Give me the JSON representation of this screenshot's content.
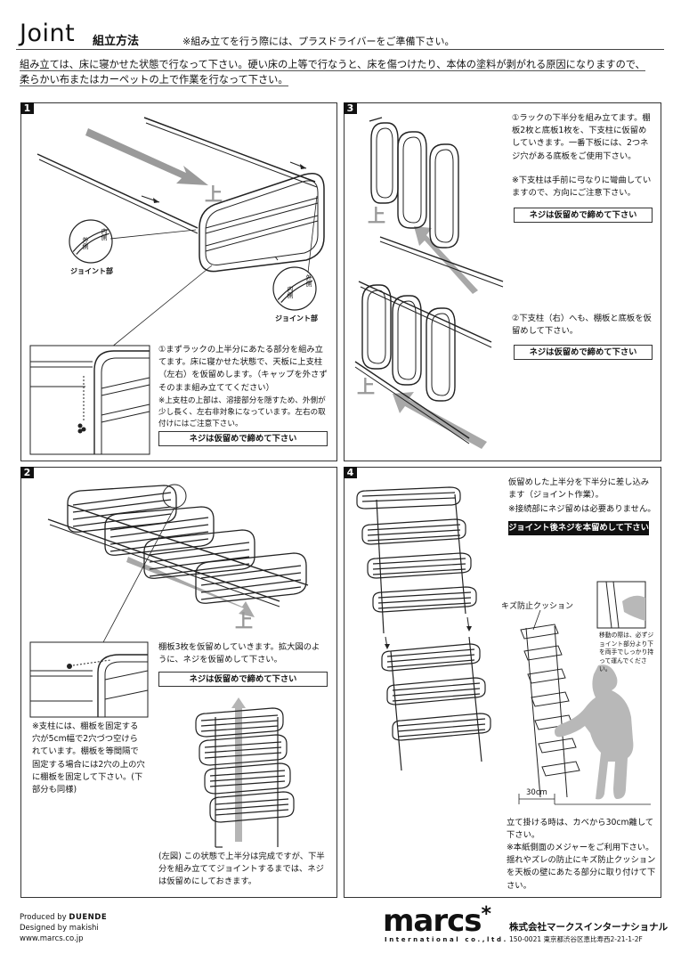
{
  "header": {
    "title": "Joint",
    "subtitle": "組立方法",
    "note": "※組み立てを行う際には、プラスドライバーをご準備下さい。"
  },
  "intro": {
    "line1": "組み立ては、床に寝かせた状態で行なって下さい。硬い床の上等で行なうと、床を傷つけたり、本体の塗料が剥がれる原因になりますので、",
    "line2": "柔らかい布またはカーペットの上で作業を行なって下さい。"
  },
  "step1": {
    "number": "1",
    "up_label": "上",
    "callout_label": "ジョイント部",
    "inner": "内側",
    "outer": "外側",
    "text": "①まずラックの上半分にあたる部分を組み立てます。床に寝かせた状態で、天板に上支柱（左右）を仮留めします。（キャップを外さずそのまま組み立ててください）",
    "note": "※上支柱の上部は、溶接部分を隠すため、外側が少し長く、左右非対象になっています。左右の取付けにはご注意下さい。",
    "button": "ネジは仮留めで締めて下さい"
  },
  "step2": {
    "number": "2",
    "up_label": "上",
    "text": "棚板3枚を仮留めしていきます。拡大図のように、ネジを仮留めして下さい。",
    "button": "ネジは仮留めで締めて下さい",
    "note": "※支柱には、棚板を固定する穴が5cm幅で2穴づつ空けられています。棚板を等間隔で固定する場合には2穴の上の穴に棚板を固定して下さい。(下部分も同様)",
    "caption": "(左図) この状態で上半分は完成ですが、下半分を組み立ててジョイントするまでは、ネジは仮留めにしておきます。"
  },
  "step3": {
    "number": "3",
    "up_label": "上",
    "text1": "①ラックの下半分を組み立てます。棚板2枚と底板1枚を、下支柱に仮留めしていきます。一番下板には、2つネジ穴がある底板をご使用下さい。",
    "note1": "※下支柱は手前に弓なりに彎曲していますので、方向にご注意下さい。",
    "button1": "ネジは仮留めで締めて下さい",
    "text2": "②下支柱（右）へも、棚板と底板を仮留めして下さい。",
    "button2": "ネジは仮留めで締めて下さい"
  },
  "step4": {
    "number": "4",
    "text": "仮留めした上半分を下半分に差し込みます（ジョイント作業）。",
    "note": "※接続部にネジ留めは必要ありません。",
    "button": "ジョイント後ネジを本留めして下さい",
    "cushion_label": "キズ防止クッション",
    "move_note": "移動の際は、必ずジョイント部分より下を両手でしっかり持って運んでください。",
    "distance": "30cm",
    "footer_text": "立て掛ける時は、カベから30cm離して下さい。",
    "footer_note": "※本紙側面のメジャーをご利用下さい。揺れやズレの防止にキズ防止クッションを天板の壁にあたる部分に取り付けて下さい。"
  },
  "footer": {
    "produced_prefix": "Produced by",
    "produced_brand": "DUENDE",
    "designed": "Designed by makishi",
    "url": "www.marcs.co.jp",
    "logo": "marcs",
    "logo_star": "*",
    "logo_sub": "International co.,ltd.",
    "company": "株式会社マークスインターナショナル",
    "address": "150-0021 東京都渋谷区恵比寿西2-21-1-2F"
  }
}
